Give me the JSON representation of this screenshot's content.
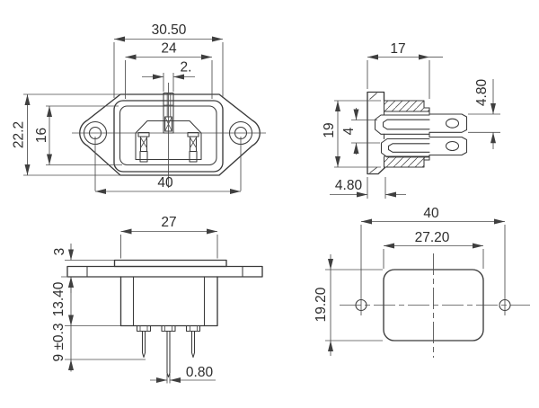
{
  "views": {
    "front": {
      "flange_width": "30.50",
      "opening_width": "24",
      "pin_width": "2.",
      "flange_height": "22.2",
      "opening_height": "16",
      "hole_spacing": "40"
    },
    "side": {
      "depth": "17",
      "tab_height": "4.80",
      "body_height": "19",
      "pin_offset": "4",
      "flange_lip": "4.80"
    },
    "bottom": {
      "body_width": "27",
      "flange_thickness": "3",
      "body_depth": "13.40",
      "pin_length": "9 ±0.3",
      "pin_thickness": "0.80"
    },
    "cutout": {
      "hole_spacing": "40",
      "width": "27.20",
      "height": "19.20"
    }
  },
  "colors": {
    "line": "#3a3a3a",
    "dim": "#4d4d4d",
    "text": "#2d2d2d",
    "background": "#ffffff"
  }
}
